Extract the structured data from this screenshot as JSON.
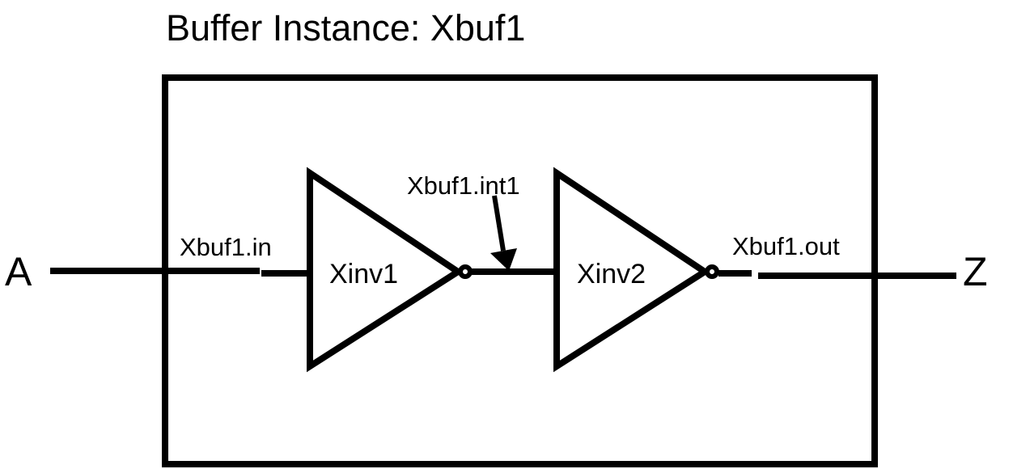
{
  "diagram": {
    "title": "Buffer Instance: Xbuf1",
    "pins": {
      "input": "A",
      "output": "Z"
    },
    "nets": {
      "input_net": "Xbuf1.in",
      "internal_net": "Xbuf1.int1",
      "output_net": "Xbuf1.out"
    },
    "instances": {
      "inverter1": "Xinv1",
      "inverter2": "Xinv2"
    },
    "colors": {
      "line": "#000000",
      "background": "#ffffff"
    }
  }
}
